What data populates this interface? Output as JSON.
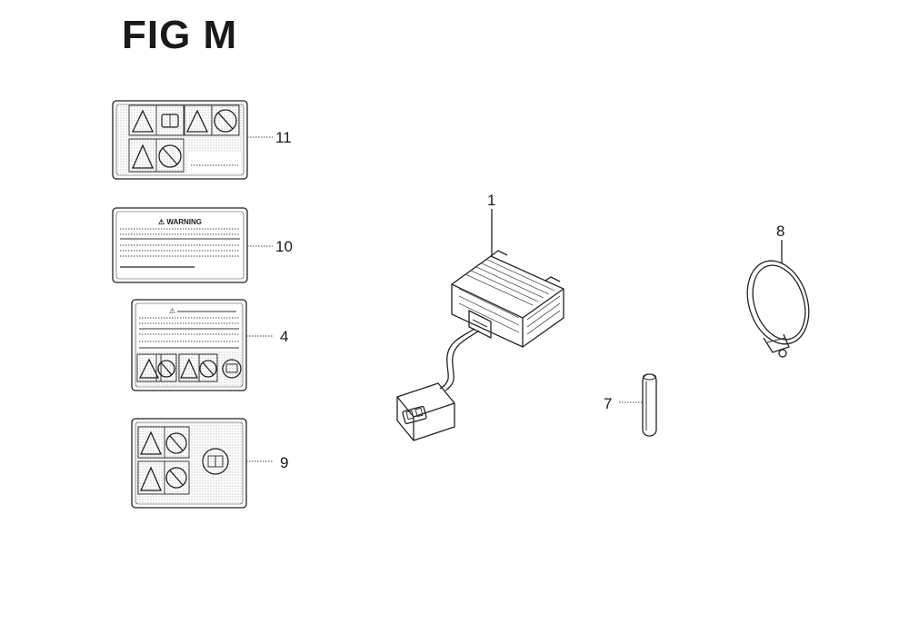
{
  "title": "FIG M",
  "callouts": {
    "p1": "1",
    "p4": "4",
    "p7": "7",
    "p8": "8",
    "p9": "9",
    "p10": "10",
    "p11": "11"
  },
  "parts": [
    {
      "ref": "11",
      "name": "label-pictograph-11"
    },
    {
      "ref": "10",
      "name": "label-warning-10"
    },
    {
      "ref": "4",
      "name": "label-caution-4"
    },
    {
      "ref": "9",
      "name": "label-pictograph-9"
    },
    {
      "ref": "1",
      "name": "regulator-rectifier"
    },
    {
      "ref": "7",
      "name": "pin"
    },
    {
      "ref": "8",
      "name": "band-clamp"
    }
  ],
  "label_text": {
    "warning_header": "⚠ WARNING",
    "caution_header": "⚠"
  },
  "colors": {
    "line": "#222222",
    "background": "#ffffff"
  }
}
